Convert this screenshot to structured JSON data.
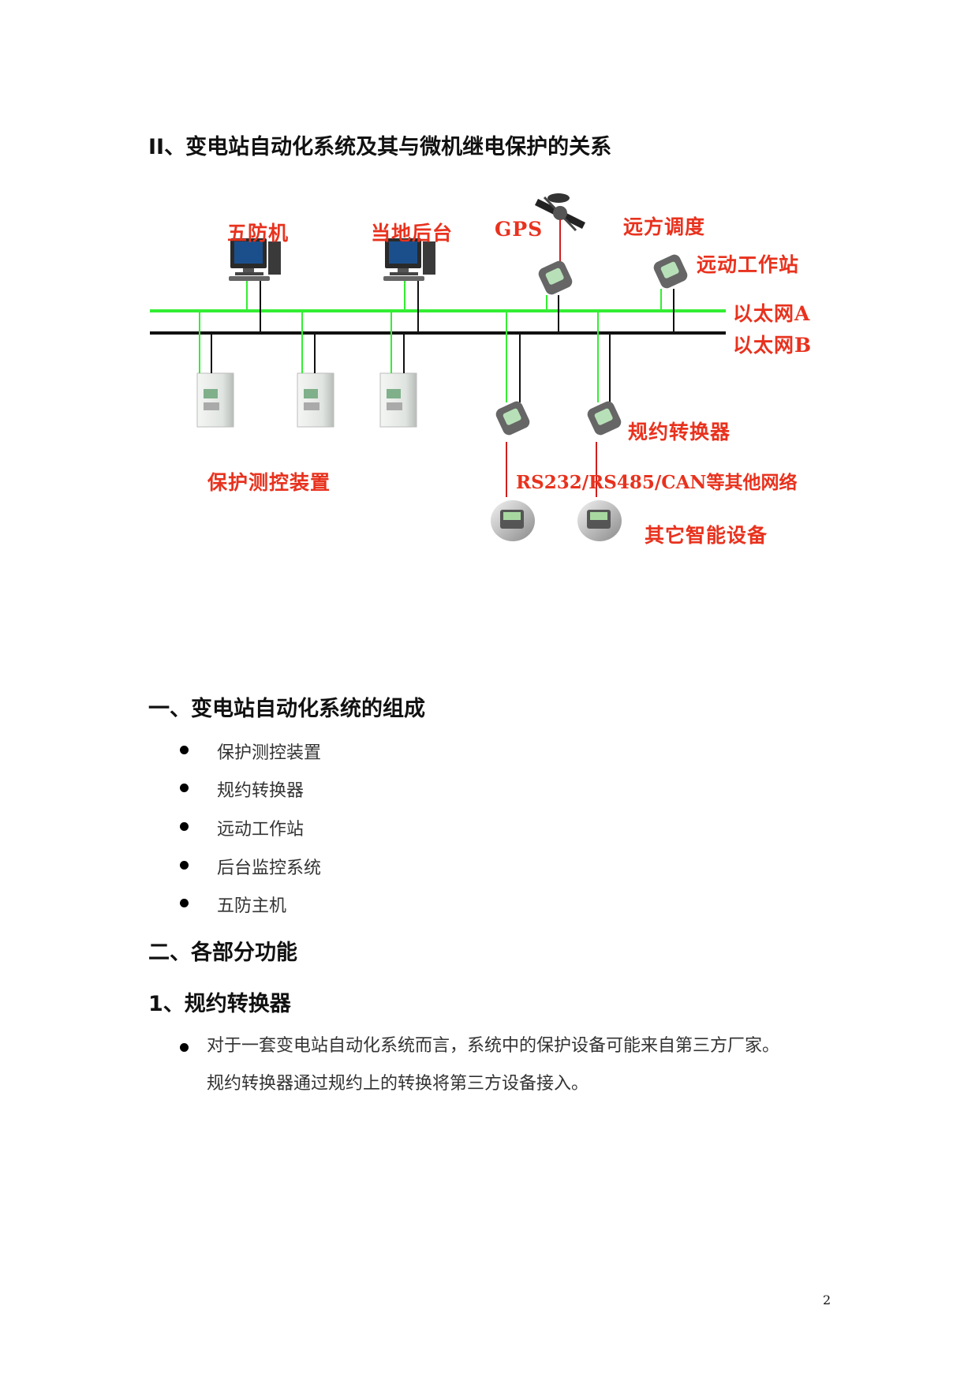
{
  "title": "II、变电站自动化系统及其与微机继电保护的关系",
  "diagram": {
    "labels": {
      "wufang": "五防机",
      "houtai": "当地后台",
      "gps": "GPS",
      "yuanfang": "远方调度",
      "yuandong": "远动工作站",
      "netA": "以太网A",
      "netB": "以太网B",
      "converter": "规约转换器",
      "protection": "保护测控装置",
      "rs": "RS232/RS485/CAN等其他网络",
      "other": "其它智能设备"
    },
    "colors": {
      "netA": "#33ee33",
      "netB": "#111111",
      "label": "#e8321e",
      "serial": "#d11f1f"
    }
  },
  "section1": {
    "heading": "一、变电站自动化系统的组成",
    "items": [
      "保护测控装置",
      "规约转换器",
      "远动工作站",
      "后台监控系统",
      "五防主机"
    ]
  },
  "section2": {
    "heading": "二、各部分功能"
  },
  "sub1": {
    "heading": "1、规约转换器",
    "para_line1": "对于一套变电站自动化系统而言，系统中的保护设备可能来自第三方厂家。",
    "para_line2": "规约转换器通过规约上的转换将第三方设备接入。"
  },
  "page_number": "2"
}
